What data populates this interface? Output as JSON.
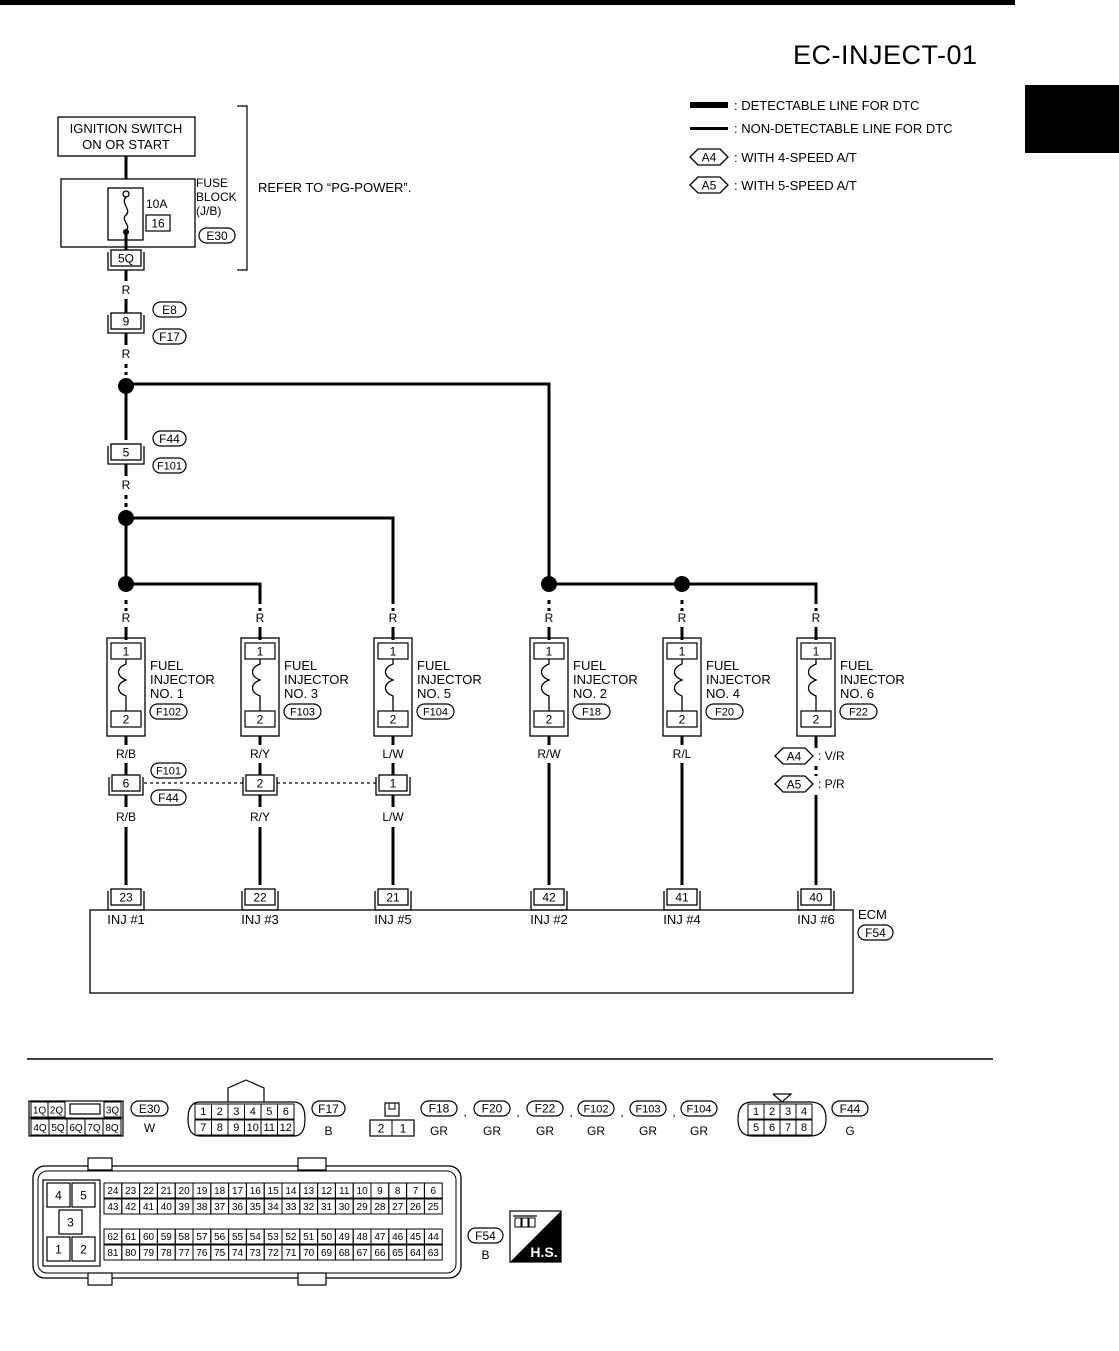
{
  "page": {
    "code": "EC-INJECT-01"
  },
  "legend": {
    "detectable": ": DETECTABLE LINE FOR DTC",
    "non_detectable": ": NON-DETECTABLE LINE FOR DTC",
    "a4_tag": "A4",
    "a4_text": ": WITH 4-SPEED A/T",
    "a5_tag": "A5",
    "a5_text": ": WITH 5-SPEED A/T"
  },
  "power": {
    "switch_line1": "IGNITION SWITCH",
    "switch_line2": "ON OR START",
    "fuse_rating": "10A",
    "fuse_no": "16",
    "fuse_block_1": "FUSE",
    "fuse_block_2": "BLOCK",
    "fuse_block_3": "(J/B)",
    "fuse_conn": "E30",
    "fuse_term": "5Q",
    "refer": "REFER TO “PG-POWER”."
  },
  "wiring": {
    "w_r": "R",
    "j1_term": "9",
    "j1_top": "E8",
    "j1_bot": "F17",
    "j2_term": "5",
    "j2_top": "F44",
    "j2_bot": "F101",
    "j3_top": "F101",
    "j3_bot": "F44",
    "a4_color": ": V/R",
    "a5_color": ": P/R"
  },
  "injectors": [
    {
      "name1": "FUEL",
      "name2": "INJECTOR",
      "name3": "NO. 1",
      "conn": "F102",
      "pin_top": "1",
      "pin_bot": "2",
      "wire_out": "R/B",
      "jterm": "6",
      "wire_ecm": "R/B",
      "ecm_pin": "23",
      "ecm_label": "INJ #1"
    },
    {
      "name1": "FUEL",
      "name2": "INJECTOR",
      "name3": "NO. 3",
      "conn": "F103",
      "pin_top": "1",
      "pin_bot": "2",
      "wire_out": "R/Y",
      "jterm": "2",
      "wire_ecm": "R/Y",
      "ecm_pin": "22",
      "ecm_label": "INJ #3"
    },
    {
      "name1": "FUEL",
      "name2": "INJECTOR",
      "name3": "NO. 5",
      "conn": "F104",
      "pin_top": "1",
      "pin_bot": "2",
      "wire_out": "L/W",
      "jterm": "1",
      "wire_ecm": "L/W",
      "ecm_pin": "21",
      "ecm_label": "INJ #5"
    },
    {
      "name1": "FUEL",
      "name2": "INJECTOR",
      "name3": "NO. 2",
      "conn": "F18",
      "pin_top": "1",
      "pin_bot": "2",
      "wire_out": "R/W",
      "jterm": "",
      "wire_ecm": "",
      "ecm_pin": "42",
      "ecm_label": "INJ #2"
    },
    {
      "name1": "FUEL",
      "name2": "INJECTOR",
      "name3": "NO. 4",
      "conn": "F20",
      "pin_top": "1",
      "pin_bot": "2",
      "wire_out": "R/L",
      "jterm": "",
      "wire_ecm": "",
      "ecm_pin": "41",
      "ecm_label": "INJ #4"
    },
    {
      "name1": "FUEL",
      "name2": "INJECTOR",
      "name3": "NO. 6",
      "conn": "F22",
      "pin_top": "1",
      "pin_bot": "2",
      "wire_out": "",
      "jterm": "",
      "wire_ecm": "",
      "ecm_pin": "40",
      "ecm_label": "INJ #6"
    }
  ],
  "ecm": {
    "name": "ECM",
    "conn": "F54"
  },
  "connectors": {
    "e30": {
      "tag": "E30",
      "color": "W",
      "row1": [
        "1Q",
        "2Q",
        "3Q"
      ],
      "row2": [
        "4Q",
        "5Q",
        "6Q",
        "7Q",
        "8Q"
      ]
    },
    "f17": {
      "tag": "F17",
      "color": "B",
      "row1": [
        "1",
        "2",
        "3",
        "4",
        "5",
        "6"
      ],
      "row2": [
        "7",
        "8",
        "9",
        "10",
        "11",
        "12"
      ]
    },
    "two_pin": {
      "pins": [
        "2",
        "1"
      ],
      "sep": ",",
      "items": [
        {
          "tag": "F18",
          "color": "GR"
        },
        {
          "tag": "F20",
          "color": "GR"
        },
        {
          "tag": "F22",
          "color": "GR"
        },
        {
          "tag": "F102",
          "color": "GR"
        },
        {
          "tag": "F103",
          "color": "GR"
        },
        {
          "tag": "F104",
          "color": "GR"
        }
      ]
    },
    "f44": {
      "tag": "F44",
      "color": "G",
      "row1": [
        "1",
        "2",
        "3",
        "4"
      ],
      "row2": [
        "5",
        "6",
        "7",
        "8"
      ]
    },
    "f54": {
      "tag": "F54",
      "color": "B",
      "big": [
        "4",
        "5",
        "3",
        "1",
        "2"
      ],
      "row1": [
        "24",
        "23",
        "22",
        "21",
        "20",
        "19",
        "18",
        "17",
        "16",
        "15",
        "14",
        "13",
        "12",
        "11",
        "10",
        "9",
        "8",
        "7",
        "6"
      ],
      "row2": [
        "43",
        "42",
        "41",
        "40",
        "39",
        "38",
        "37",
        "36",
        "35",
        "34",
        "33",
        "32",
        "31",
        "30",
        "29",
        "28",
        "27",
        "26",
        "25"
      ],
      "row3": [
        "62",
        "61",
        "60",
        "59",
        "58",
        "57",
        "56",
        "55",
        "54",
        "53",
        "52",
        "51",
        "50",
        "49",
        "48",
        "47",
        "46",
        "45",
        "44"
      ],
      "row4": [
        "81",
        "80",
        "79",
        "78",
        "77",
        "76",
        "75",
        "74",
        "73",
        "72",
        "71",
        "70",
        "69",
        "68",
        "67",
        "66",
        "65",
        "64",
        "63"
      ]
    },
    "hs": "H.S."
  }
}
